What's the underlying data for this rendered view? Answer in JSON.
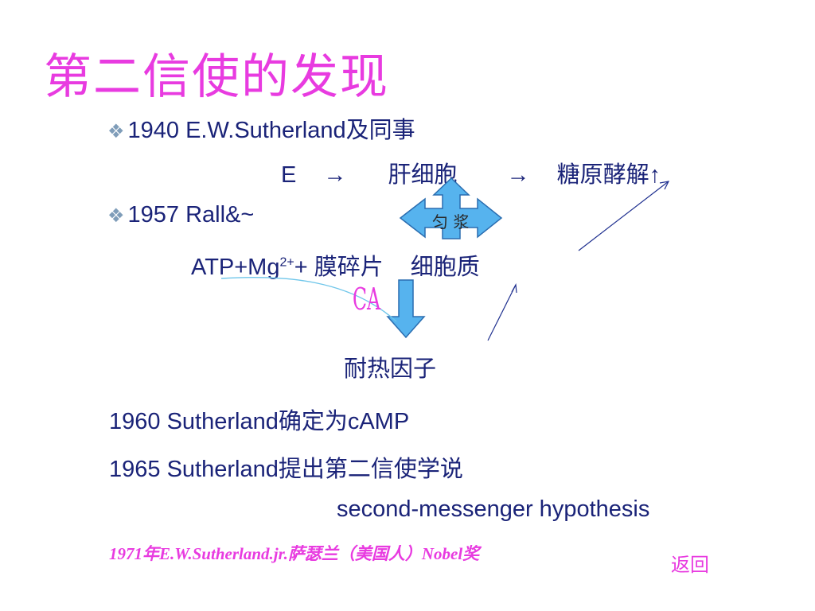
{
  "slide": {
    "title": "第二信使的发现",
    "bullet1": {
      "marker": "❖",
      "text": "1940 E.W.Sutherland及同事"
    },
    "pathway": {
      "e": "E",
      "arrow1": "→",
      "liver": "肝细胞",
      "arrow2": "→",
      "glyco": "糖原酵解↑"
    },
    "bullet2": {
      "marker": "❖",
      "text": "1957 Rall&~"
    },
    "atp": {
      "prefix": "ATP+Mg",
      "sup": "2+",
      "suffix": "+ 膜碎片",
      "cyto": "细胞质"
    },
    "homogenize_label": "匀 浆",
    "ca_label": "CA",
    "heat_factor": "耐热因子",
    "line1960": "1960 Sutherland确定为cAMP",
    "line1965": "1965 Sutherland提出第二信使学说",
    "hypothesis": "second-messenger hypothesis",
    "footer": "1971年E.W.Sutherland.jr.萨瑟兰（美国人）Nobel奖",
    "back_link": "返回"
  },
  "colors": {
    "title": "#e83be0",
    "body_text": "#1a2378",
    "block_arrow_fill": "#56b3ee",
    "block_arrow_stroke": "#2a6db0",
    "line_dark": "#1e2f8f",
    "line_light": "#6fc6ea"
  }
}
